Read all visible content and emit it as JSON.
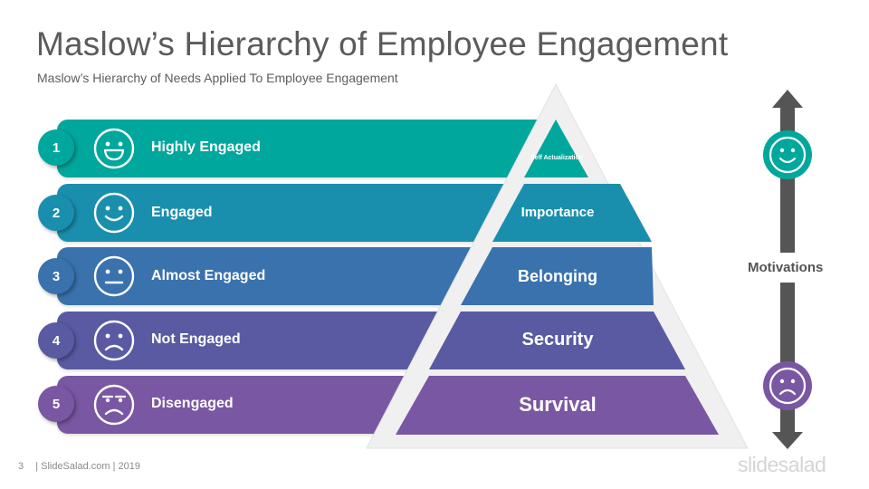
{
  "title": "Maslow’s Hierarchy of Employee Engagement",
  "subtitle": "Maslow’s Hierarchy of Needs Applied To Employee Engagement",
  "levels": [
    {
      "number": "1",
      "label": "Highly Engaged",
      "face": "very-happy-face-icon",
      "pyramid_label": "Self Actualization",
      "color": "#00a79d"
    },
    {
      "number": "2",
      "label": "Engaged",
      "face": "smile-face-icon",
      "pyramid_label": "Importance",
      "color": "#1a8fad"
    },
    {
      "number": "3",
      "label": "Almost Engaged",
      "face": "neutral-face-icon",
      "pyramid_label": "Belonging",
      "color": "#3a72ad"
    },
    {
      "number": "4",
      "label": "Not Engaged",
      "face": "frown-face-icon",
      "pyramid_label": "Security",
      "color": "#5a5aa3"
    },
    {
      "number": "5",
      "label": "Disengaged",
      "face": "angry-face-icon",
      "pyramid_label": "Survival",
      "color": "#7a57a2"
    }
  ],
  "motivations_label": "Motivations",
  "arrow_color": "#555555",
  "footer": {
    "page": "3",
    "text": "| SlideSalad.com | 2019"
  },
  "brand": "slidesalad"
}
